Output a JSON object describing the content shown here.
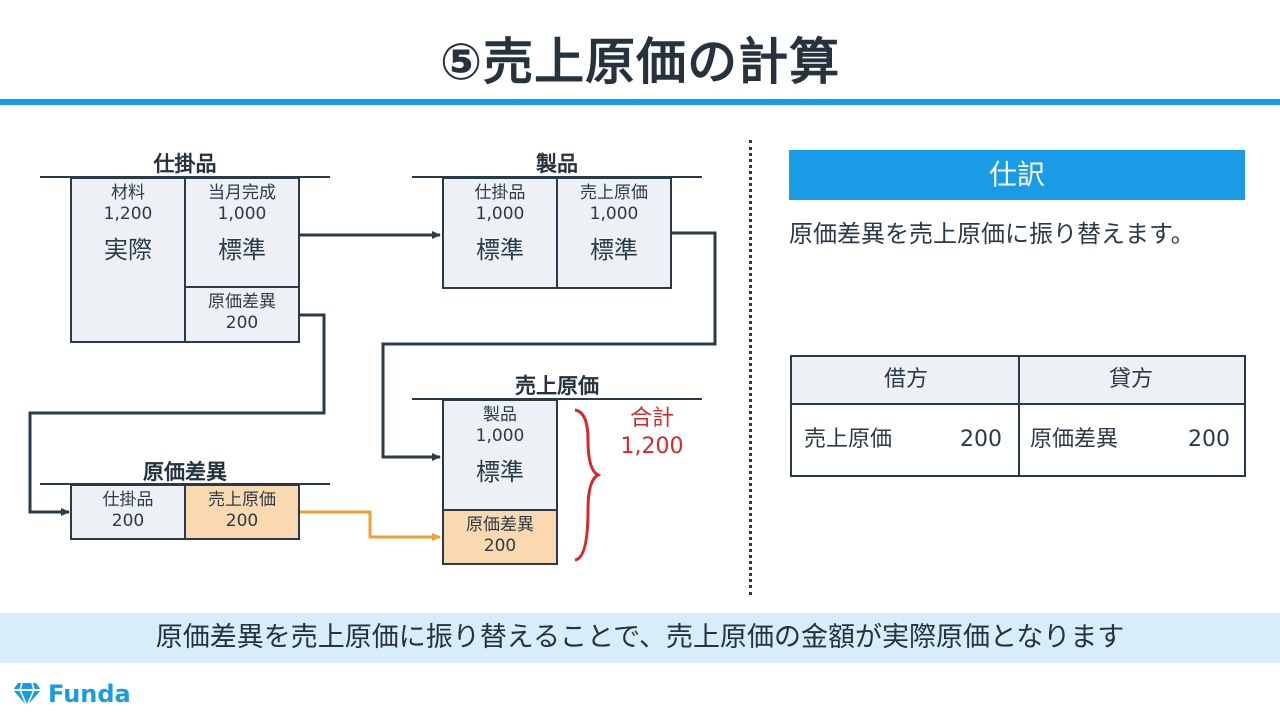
{
  "title": "⑤売上原価の計算",
  "wip": {
    "title": "仕掛品",
    "left": {
      "label": "材料",
      "amount": "1,200",
      "basis": "実際"
    },
    "right_top": {
      "label": "当月完成",
      "amount": "1,000",
      "basis": "標準"
    },
    "right_bottom": {
      "label": "原価差異",
      "amount": "200"
    }
  },
  "products": {
    "title": "製品",
    "left": {
      "label": "仕掛品",
      "amount": "1,000",
      "basis": "標準"
    },
    "right": {
      "label": "売上原価",
      "amount": "1,000",
      "basis": "標準"
    }
  },
  "variance": {
    "title": "原価差異",
    "left": {
      "label": "仕掛品",
      "amount": "200"
    },
    "right": {
      "label": "売上原価",
      "amount": "200"
    }
  },
  "cogs": {
    "title": "売上原価",
    "top": {
      "label": "製品",
      "amount": "1,000",
      "basis": "標準"
    },
    "bottom": {
      "label": "原価差異",
      "amount": "200"
    },
    "total_label": "合計",
    "total_amount": "1,200"
  },
  "journal": {
    "header": "仕訳",
    "description": "原価差異を売上原価に振り替えます。",
    "debit_header": "借方",
    "credit_header": "貸方",
    "debit_account": "売上原価",
    "debit_amount": "200",
    "credit_account": "原価差異",
    "credit_amount": "200"
  },
  "bottom_note": "原価差異を売上原価に振り替えることで、売上原価の金額が実際原価となります",
  "logo": {
    "name": "Funda",
    "icon": "diamond-logo-icon"
  },
  "colors": {
    "accent": "#1a9be6",
    "orange": "#f0a030",
    "red": "#d6282d",
    "box": "#edf0f4",
    "orange_fill": "#fbd9b0"
  }
}
